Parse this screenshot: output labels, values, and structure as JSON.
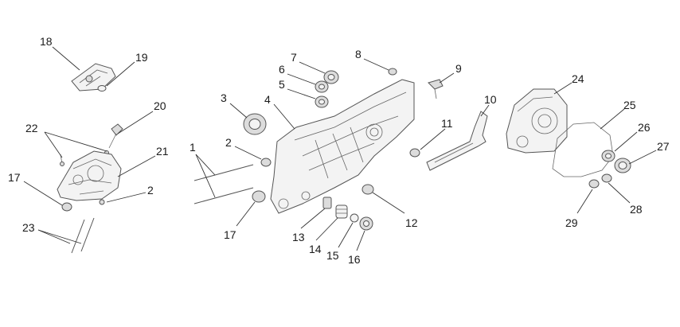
{
  "callouts": [
    {
      "id": "c18",
      "text": "18"
    },
    {
      "id": "c19",
      "text": "19"
    },
    {
      "id": "c20",
      "text": "20"
    },
    {
      "id": "c22",
      "text": "22"
    },
    {
      "id": "c21",
      "text": "21"
    },
    {
      "id": "c17a",
      "text": "17"
    },
    {
      "id": "c2a",
      "text": "2"
    },
    {
      "id": "c23",
      "text": "23"
    },
    {
      "id": "c1",
      "text": "1"
    },
    {
      "id": "c2b",
      "text": "2"
    },
    {
      "id": "c17b",
      "text": "17"
    },
    {
      "id": "c3",
      "text": "3"
    },
    {
      "id": "c4",
      "text": "4"
    },
    {
      "id": "c7",
      "text": "7"
    },
    {
      "id": "c6",
      "text": "6"
    },
    {
      "id": "c5",
      "text": "5"
    },
    {
      "id": "c8",
      "text": "8"
    },
    {
      "id": "c9",
      "text": "9"
    },
    {
      "id": "c10",
      "text": "10"
    },
    {
      "id": "c11",
      "text": "11"
    },
    {
      "id": "c12",
      "text": "12"
    },
    {
      "id": "c13",
      "text": "13"
    },
    {
      "id": "c14",
      "text": "14"
    },
    {
      "id": "c15",
      "text": "15"
    },
    {
      "id": "c16",
      "text": "16"
    },
    {
      "id": "c24",
      "text": "24"
    },
    {
      "id": "c25",
      "text": "25"
    },
    {
      "id": "c26",
      "text": "26"
    },
    {
      "id": "c27",
      "text": "27"
    },
    {
      "id": "c28",
      "text": "28"
    },
    {
      "id": "c29",
      "text": "29"
    }
  ]
}
